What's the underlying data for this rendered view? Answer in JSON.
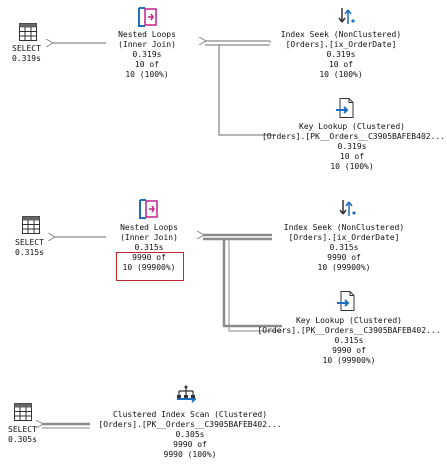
{
  "plans": [
    {
      "select": {
        "label": "SELECT",
        "time": "0.319s"
      },
      "nested_loops": {
        "title": "Nested Loops",
        "subtitle": "(Inner Join)",
        "time": "0.319s",
        "actual": "10 of",
        "estimated": "10 (100%)"
      },
      "index_seek": {
        "title": "Index Seek (NonClustered)",
        "object": "[Orders].[ix_OrderDate]",
        "time": "0.319s",
        "actual": "10 of",
        "estimated": "10 (100%)"
      },
      "key_lookup": {
        "title": "Key Lookup (Clustered)",
        "object": "[Orders].[PK__Orders__C3905BAFEB402...",
        "time": "0.319s",
        "actual": "10 of",
        "estimated": "10 (100%)"
      }
    },
    {
      "select": {
        "label": "SELECT",
        "time": "0.315s"
      },
      "nested_loops": {
        "title": "Nested Loops",
        "subtitle": "(Inner Join)",
        "time": "0.315s",
        "actual": "9990 of",
        "estimated": "10 (99900%)"
      },
      "index_seek": {
        "title": "Index Seek (NonClustered)",
        "object": "[Orders].[ix_OrderDate]",
        "time": "0.315s",
        "actual": "9990 of",
        "estimated": "10 (99900%)"
      },
      "key_lookup": {
        "title": "Key Lookup (Clustered)",
        "object": "[Orders].[PK__Orders__C3905BAFEB402...",
        "time": "0.315s",
        "actual": "9990 of",
        "estimated": "10 (99900%)"
      }
    },
    {
      "select": {
        "label": "SELECT",
        "time": "0.305s"
      },
      "scan": {
        "title": "Clustered Index Scan (Clustered)",
        "object": "[Orders].[PK__Orders__C3905BAFEB402...",
        "time": "0.305s",
        "actual": "9990 of",
        "estimated": "9990 (100%)"
      }
    }
  ],
  "colors": {
    "icon_blue": "#1f6fc1",
    "icon_magenta": "#c0208a",
    "highlight_red": "#c0282d",
    "arrow_gray": "#8a8a8a"
  }
}
